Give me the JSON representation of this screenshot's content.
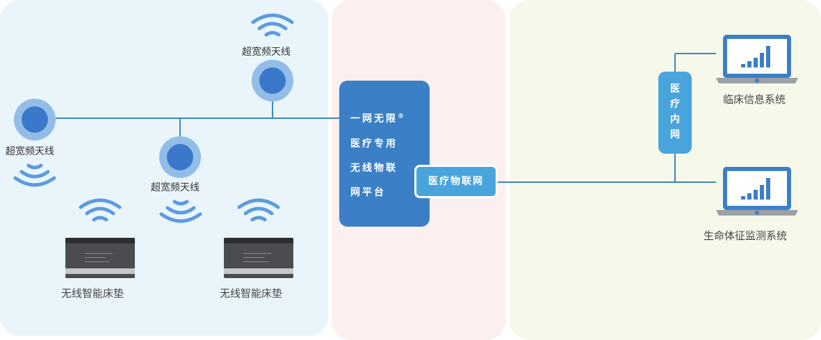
{
  "antennas": [
    {
      "label": "超宽频天线"
    },
    {
      "label": "超宽频天线"
    },
    {
      "label": "超宽频天线"
    }
  ],
  "mattresses": [
    {
      "label": "无线智能床垫"
    },
    {
      "label": "无线智能床垫"
    }
  ],
  "platform": {
    "lines": [
      "一网无限",
      "医疗专用",
      "无线物联",
      "网平台"
    ],
    "registered_mark": "®"
  },
  "iot_badge": "医疗物联网",
  "intranet": [
    "医",
    "疗",
    "内",
    "网"
  ],
  "systems": [
    {
      "label": "临床信息系统"
    },
    {
      "label": "生命体征监测系统"
    }
  ],
  "colors": {
    "panel_left": "#eaf5fb",
    "panel_mid": "#fcefef",
    "panel_right": "#f6f8ea",
    "platform": "#3b7fc7",
    "accent": "#4aa4dc",
    "antenna_outer": "#92bde8",
    "antenna_inner": "#3b78c9",
    "wifi": "#5b9be0"
  }
}
